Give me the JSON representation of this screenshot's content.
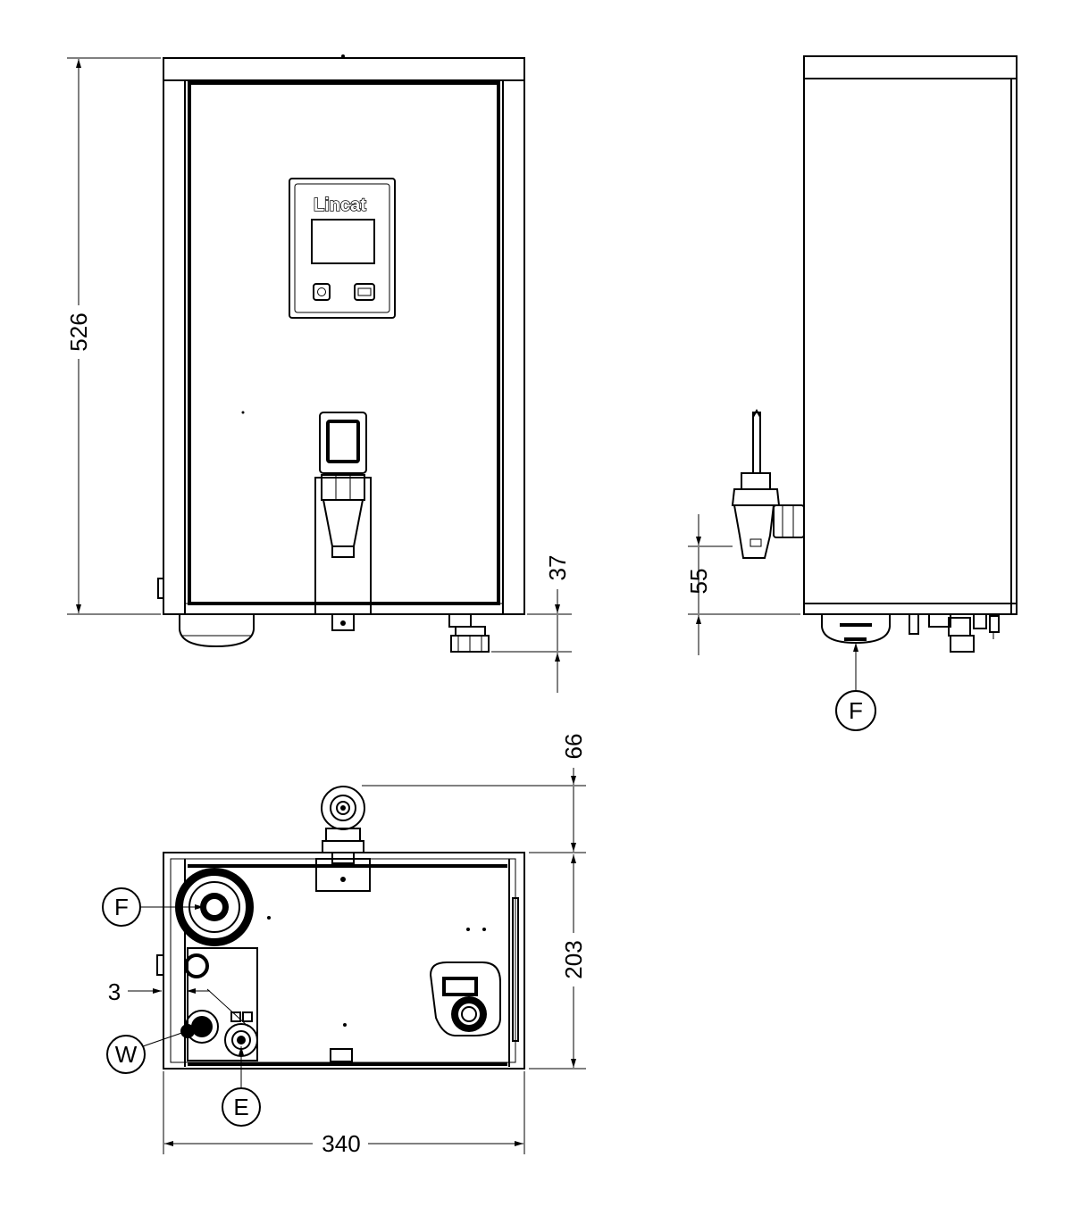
{
  "drawing": {
    "brand": "Lincat",
    "dimensions": {
      "height": "526",
      "spout_drop": "37",
      "tap_height": "55",
      "rear_offset": "66",
      "depth": "203",
      "wall_gap": "3",
      "width": "340"
    },
    "labels": {
      "side_outlet": "F",
      "base_outlet": "F",
      "water_inlet": "W",
      "electrical": "E"
    }
  }
}
